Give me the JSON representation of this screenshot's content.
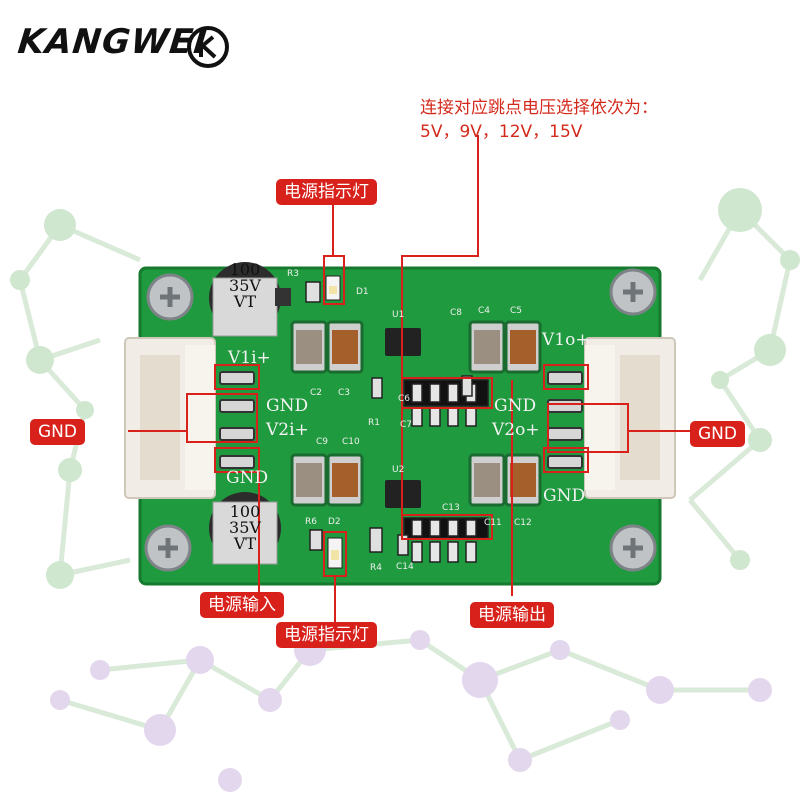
{
  "brand": {
    "name": "KANGWEI",
    "badge": "K"
  },
  "note": {
    "line1": "连接对应跳点电压选择依次为：",
    "line2": "5V，9V，12V，15V"
  },
  "callouts": {
    "power_led_top": "电源指示灯",
    "power_led_bottom": "电源指示灯",
    "gnd_left": "GND",
    "gnd_right": "GND",
    "power_in": "电源输入",
    "power_out": "电源输出"
  },
  "board": {
    "cap_top": {
      "value": "100",
      "voltage": "35V",
      "type": "VT"
    },
    "cap_bottom": {
      "value": "100",
      "voltage": "35V",
      "type": "VT"
    },
    "silk": {
      "v1i": "V1i+",
      "v2i": "V2i+",
      "v1o": "V1o+",
      "v2o": "V2o+",
      "gnd": "GND",
      "r3": "R3",
      "d1": "D1",
      "u1": "U1",
      "u2": "U2",
      "c2": "C2",
      "c3": "C3",
      "c4": "C4",
      "c5": "C5",
      "c6": "C6",
      "c7": "C7",
      "c8": "C8",
      "c9": "C9",
      "c10": "C10",
      "c11": "C11",
      "c12": "C12",
      "c13": "C13",
      "c14": "C14",
      "r1": "R1",
      "r4": "R4",
      "r6": "R6",
      "d2": "D2"
    }
  },
  "colors": {
    "pcb": "#1f9a3e",
    "callout": "#d8211b",
    "note": "#d42a1c"
  }
}
